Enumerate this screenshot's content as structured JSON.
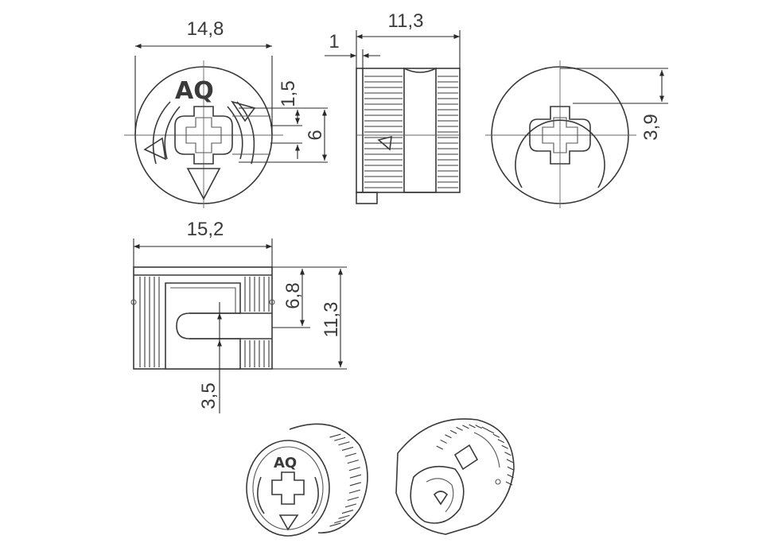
{
  "brand_mark": "AQ",
  "dimensions": {
    "top_width": "14,8",
    "side_length": "11,3",
    "wall": "1",
    "offset_small": "1,5",
    "slot_height": "6",
    "right_depth": "3,9",
    "bottom_width": "15,2",
    "bottom_mid": "6,8",
    "bottom_height": "11,3",
    "bottom_slot": "3,5"
  },
  "colors": {
    "line": "#3a3a3a",
    "background": "#ffffff"
  }
}
